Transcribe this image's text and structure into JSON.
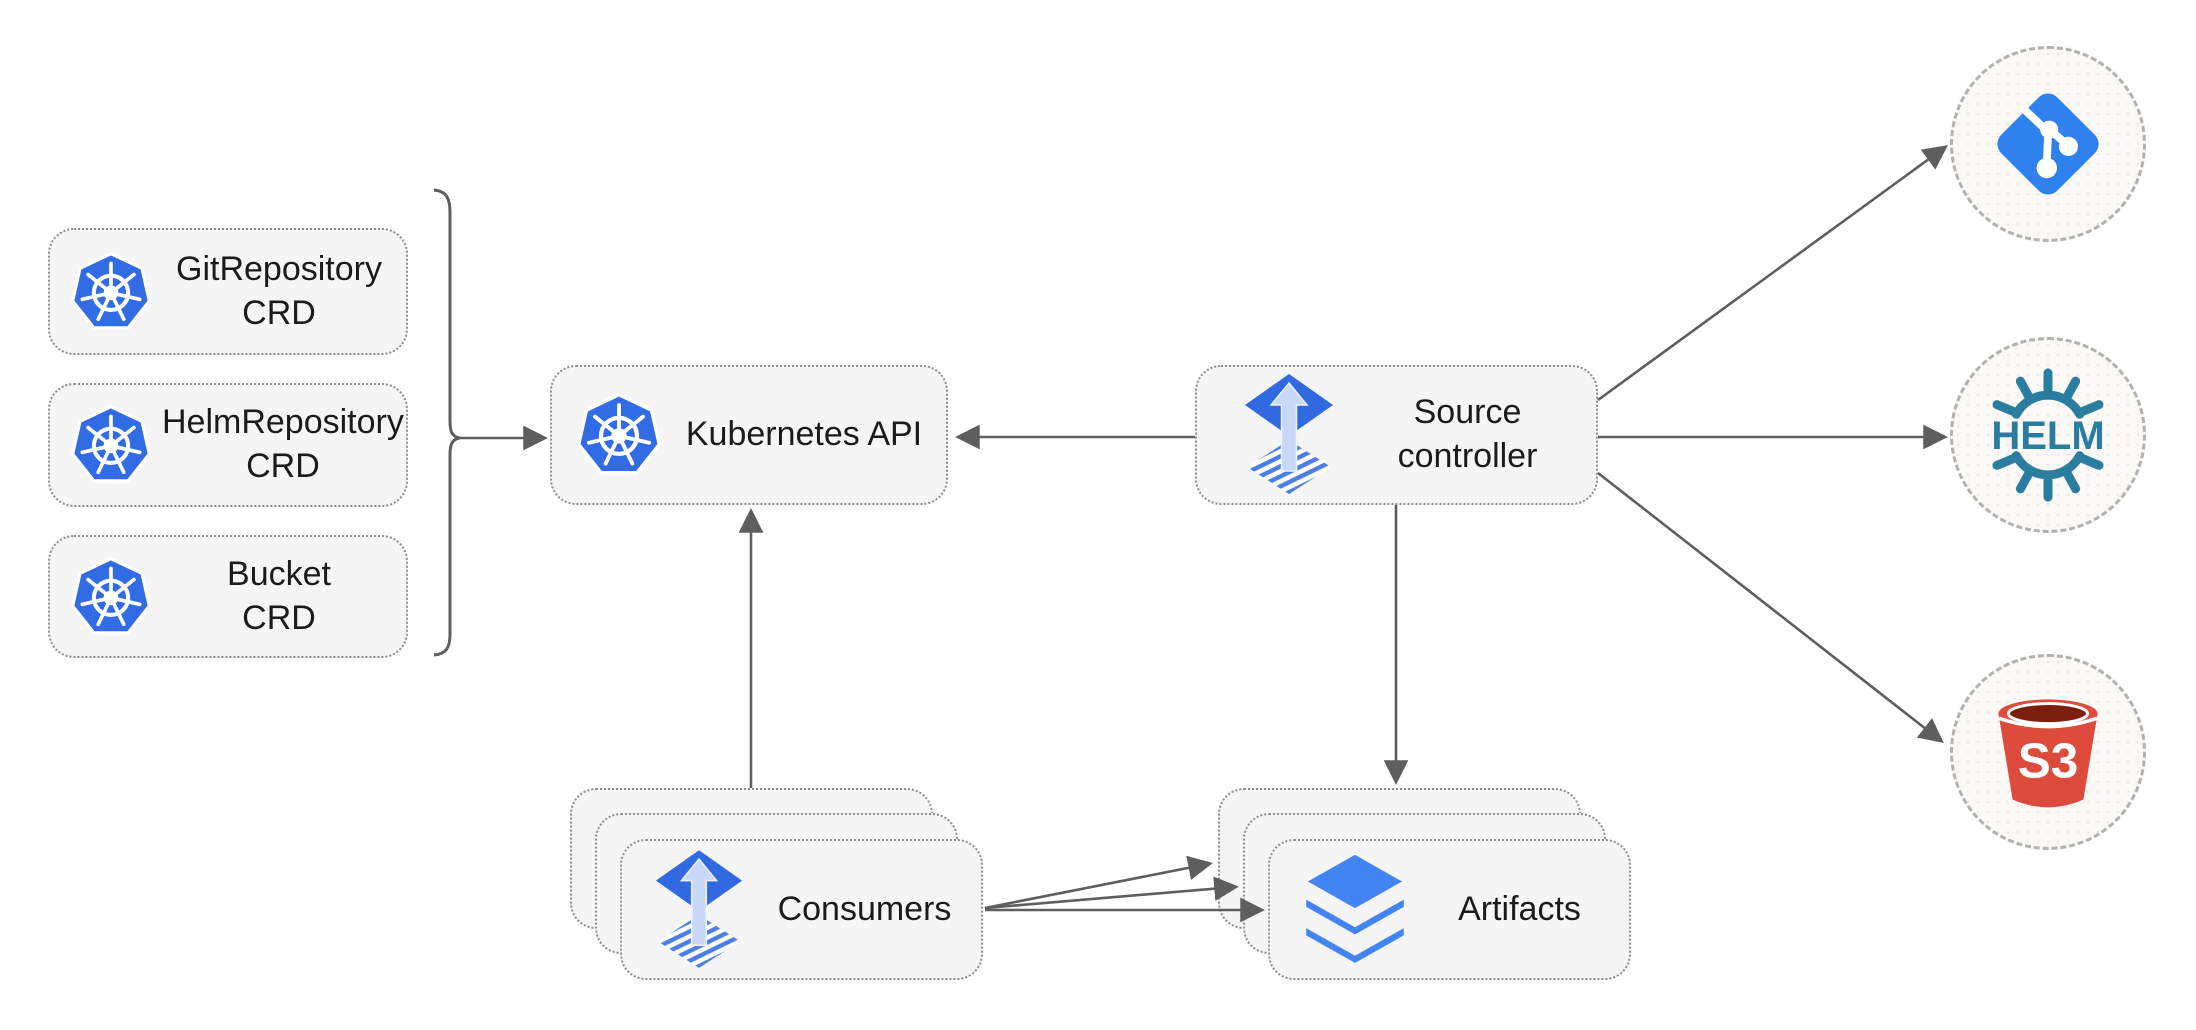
{
  "diagram": {
    "nodes": {
      "crds": [
        {
          "id": "gitrepository-crd",
          "label": "GitRepository\nCRD",
          "icon": "kubernetes-icon"
        },
        {
          "id": "helmrepository-crd",
          "label": "HelmRepository\nCRD",
          "icon": "kubernetes-icon"
        },
        {
          "id": "bucket-crd",
          "label": "Bucket\nCRD",
          "icon": "kubernetes-icon"
        }
      ],
      "kubernetes_api": {
        "label": "Kubernetes API",
        "icon": "kubernetes-icon"
      },
      "source_controller": {
        "label": "Source\ncontroller",
        "icon": "flux-icon"
      },
      "consumers": {
        "label": "Consumers",
        "icon": "flux-icon",
        "stack_count": 3
      },
      "artifacts": {
        "label": "Artifacts",
        "icon": "layers-icon",
        "stack_count": 3
      },
      "externals": [
        {
          "id": "git",
          "icon": "git-icon"
        },
        {
          "id": "helm",
          "icon": "helm-icon",
          "label": "HELM"
        },
        {
          "id": "s3",
          "icon": "s3-bucket-icon",
          "label": "S3"
        }
      ]
    },
    "connectors": [
      {
        "name": "crds-bracket",
        "from": "crd-boxes",
        "to": "bracket"
      },
      {
        "name": "crds-to-kubernetes-api-arrow",
        "from": "crd-boxes",
        "to": "kubernetes-api"
      },
      {
        "name": "source-controller-to-kubernetes-api-arrow",
        "from": "source-controller",
        "to": "kubernetes-api"
      },
      {
        "name": "consumers-to-kubernetes-api-arrow",
        "from": "consumers",
        "to": "kubernetes-api"
      },
      {
        "name": "source-controller-to-artifacts-arrow",
        "from": "source-controller",
        "to": "artifacts"
      },
      {
        "name": "source-controller-to-git-arrow",
        "from": "source-controller",
        "to": "git"
      },
      {
        "name": "source-controller-to-helm-arrow",
        "from": "source-controller",
        "to": "helm"
      },
      {
        "name": "source-controller-to-s3-arrow",
        "from": "source-controller",
        "to": "s3"
      },
      {
        "name": "consumers-to-artifacts-arrow-1",
        "from": "consumers",
        "to": "artifacts"
      },
      {
        "name": "consumers-to-artifacts-arrow-2",
        "from": "consumers",
        "to": "artifacts"
      },
      {
        "name": "consumers-to-artifacts-arrow-3",
        "from": "consumers",
        "to": "artifacts"
      }
    ],
    "colors": {
      "node_fill": "#f5f5f5",
      "node_border": "#8d8d8d",
      "circle_fill": "#faf9f6",
      "circle_border": "#b1b1b1",
      "arrow": "#5e5e5e",
      "kubernetes_blue": "#326CE5",
      "flux_blue": "#3069E0",
      "flux_arrow_light": "#c9d8f6",
      "layers_blue": "#4285F2",
      "git_blue": "#2F81ED",
      "helm_teal": "#2A7D9F",
      "s3_red": "#DC4B3B",
      "s3_dark_red": "#7C1E0D",
      "text": "#1b1b1b"
    }
  }
}
